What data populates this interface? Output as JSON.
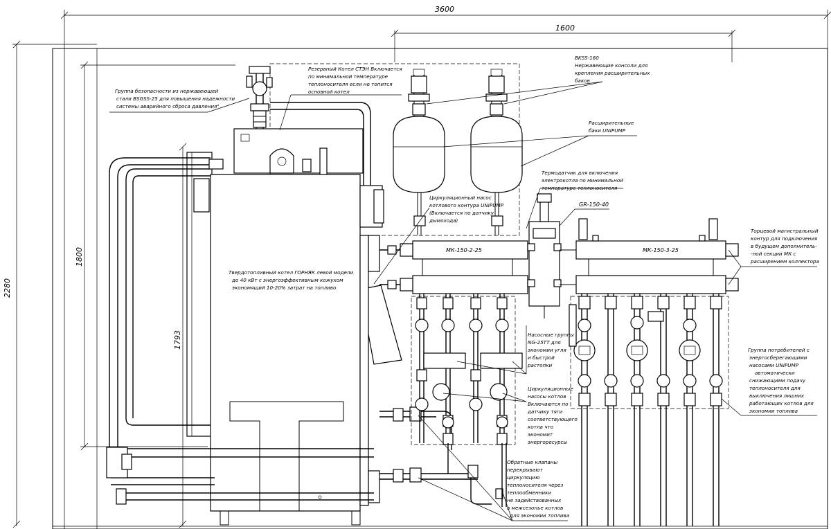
{
  "dimensions": {
    "total_width": "3600",
    "right_width": "1600",
    "total_height": "2280",
    "boiler_height": "1800",
    "inner_height": "1793"
  },
  "labels": {
    "manifold_left": "МК-150-2-25",
    "manifold_right": "МК-150-3-25",
    "hydro_arrow": "GR-150-40"
  },
  "notes": {
    "safety_group": [
      "Группа безопасности из нержавеющей",
      "стали BSGSS-25 для повышения надежности",
      "системы аварийного сброса давления\""
    ],
    "electric_boiler": [
      "Резервный Котел СТЭН Включается",
      "по минимальной температуре",
      "теплоносителя если не топится",
      "основной котел"
    ],
    "consoles": [
      "BKSS-160",
      "Нержавеющие консоли для",
      "крепления расширительных",
      "баков"
    ],
    "tanks": [
      "Расширительные",
      "баки UNIPUMP"
    ],
    "thermo_sensor": [
      "Термодатчик для включения",
      "электрокотла по минимальной",
      "температуре теплоносителя"
    ],
    "circ_pump": [
      "Циркуляционный насос",
      "котлового контура UNIPUMP",
      "(Включается по датчику",
      "дымохода)"
    ],
    "main_boiler": [
      "Твердотопливный котел ГОРНЯК левой модели",
      "до 40 кВт с энергоэффективным кожухом",
      "экономящий 10-20% затрат на топливо"
    ],
    "branch_pipe": [
      "Торцевой магистральный",
      "контур для подключения",
      "в будущем дополнитель-",
      "-ной секции МК с",
      "расширением коллектора"
    ],
    "pump_groups": [
      "Насосные группы",
      "NG-25TT для",
      "экономии угля",
      "и быстрой",
      "растопки"
    ],
    "boiler_pumps": [
      "Циркуляционные",
      "насосы котлов",
      "Включаются по",
      "датчику тяги",
      "соответствующего",
      "котла что",
      "экономит",
      "энергоресурсы"
    ],
    "consumers": [
      "Группа потребителей с",
      "энергосберегающими",
      "насосами UNIPUMP",
      "автоматически",
      "снижающими подачу",
      "теплоносителя для",
      "выключения лишних",
      "работающих котлов для",
      "экономии топлива"
    ],
    "check_valves": [
      "Обратные клапаны",
      "перекрывают",
      "циркуляцию",
      "теплоносителя через",
      "теплообменники",
      "не задействованных",
      "в межсезонье котлов",
      "для экономии топлива"
    ]
  }
}
